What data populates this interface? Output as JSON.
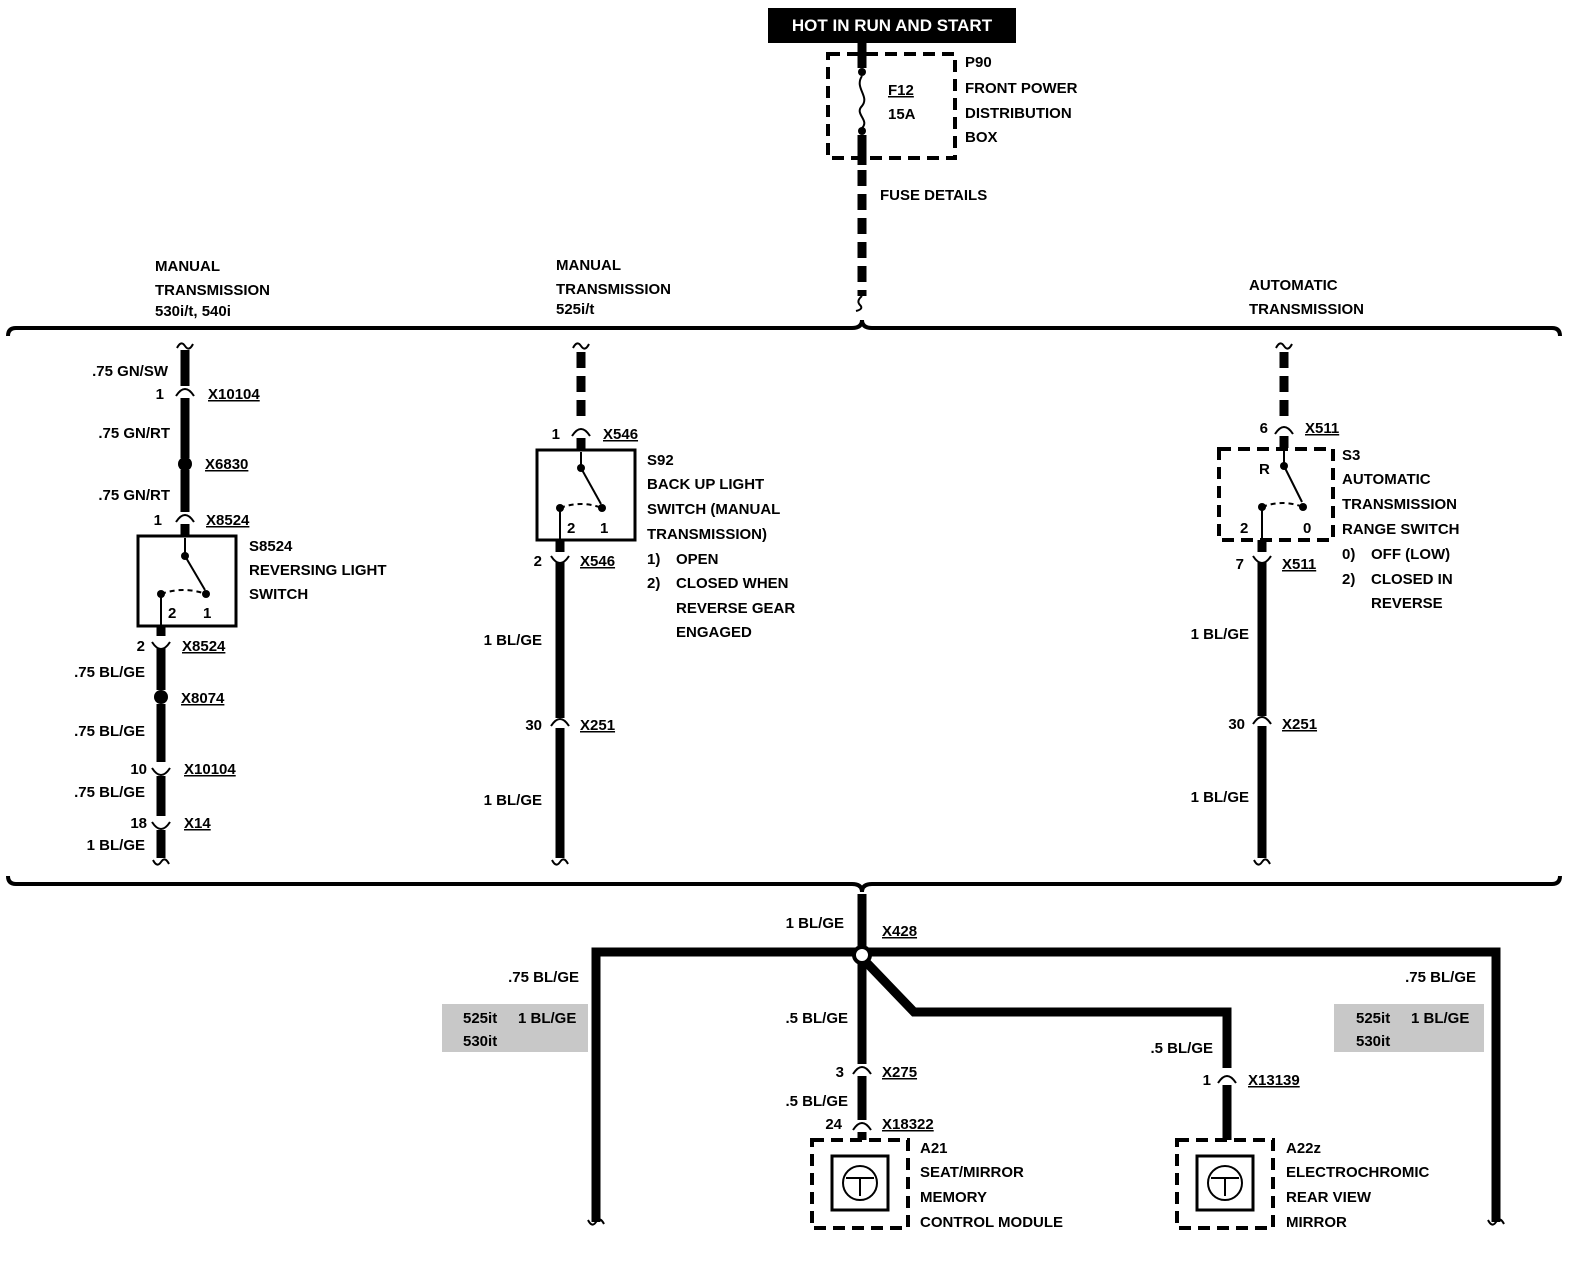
{
  "header": {
    "title": "HOT IN RUN AND START"
  },
  "fuse": {
    "box_id": "P90",
    "box_name": [
      "FRONT POWER",
      "DISTRIBUTION",
      "BOX"
    ],
    "fuse_id": "F12",
    "rating": "15A",
    "details": "FUSE DETAILS"
  },
  "sections": {
    "left": [
      "MANUAL",
      "TRANSMISSION",
      "530i/t, 540i"
    ],
    "middle": [
      "MANUAL",
      "TRANSMISSION",
      "525i/t"
    ],
    "right": [
      "AUTOMATIC",
      "TRANSMISSION"
    ]
  },
  "left_circuit": {
    "w1": ".75 GN/SW",
    "c1_pin": "1",
    "c1": "X10104",
    "w2": ".75 GN/RT",
    "splice1": "X6830",
    "w3": ".75 GN/RT",
    "c2_pin": "1",
    "c2": "X8524",
    "switch_id": "S8524",
    "switch_name": [
      "REVERSING LIGHT",
      "SWITCH"
    ],
    "sw_pin_a": "2",
    "sw_pin_b": "1",
    "c3_pin": "2",
    "c3": "X8524",
    "w4": ".75 BL/GE",
    "splice2": "X8074",
    "w5": ".75 BL/GE",
    "c4_pin": "10",
    "c4": "X10104",
    "w6": ".75 BL/GE",
    "c5_pin": "18",
    "c5": "X14",
    "w7": "1 BL/GE"
  },
  "middle_circuit": {
    "c1_pin": "1",
    "c1": "X546",
    "switch_id": "S92",
    "switch_name": [
      "BACK UP LIGHT",
      "SWITCH (MANUAL",
      "TRANSMISSION)"
    ],
    "states": [
      {
        "n": "1)",
        "t": [
          "OPEN"
        ]
      },
      {
        "n": "2)",
        "t": [
          "CLOSED WHEN",
          "REVERSE GEAR",
          "ENGAGED"
        ]
      }
    ],
    "sw_pin_a": "2",
    "sw_pin_b": "1",
    "c2_pin": "2",
    "c2": "X546",
    "w1": "1 BL/GE",
    "c3_pin": "30",
    "c3": "X251",
    "w2": "1 BL/GE"
  },
  "right_circuit": {
    "c1_pin": "6",
    "c1": "X511",
    "switch_id": "S3",
    "switch_name": [
      "AUTOMATIC",
      "TRANSMISSION",
      "RANGE SWITCH"
    ],
    "states": [
      {
        "n": "0)",
        "t": [
          "OFF (LOW)"
        ]
      },
      {
        "n": "2)",
        "t": [
          "CLOSED IN",
          "REVERSE"
        ]
      }
    ],
    "sw_r": "R",
    "sw_pin_a": "2",
    "sw_pin_b": "0",
    "c2_pin": "7",
    "c2": "X511",
    "w1": "1 BL/GE",
    "c3_pin": "30",
    "c3": "X251",
    "w2": "1 BL/GE"
  },
  "bottom": {
    "w_in": "1 BL/GE",
    "splice": "X428",
    "w_left": ".75 BL/GE",
    "w_right": ".75 BL/GE",
    "note_left": {
      "models": [
        "525it",
        "530it"
      ],
      "wire": "1 BL/GE"
    },
    "note_right": {
      "models": [
        "525it",
        "530it"
      ],
      "wire": "1 BL/GE"
    },
    "a21": {
      "w1": ".5 BL/GE",
      "c1_pin": "3",
      "c1": "X275",
      "w2": ".5 BL/GE",
      "c2_pin": "24",
      "c2": "X18322",
      "id": "A21",
      "name": [
        "SEAT/MIRROR",
        "MEMORY",
        "CONTROL MODULE"
      ]
    },
    "a22": {
      "w1": ".5 BL/GE",
      "c1_pin": "1",
      "c1": "X13139",
      "id": "A22z",
      "name": [
        "ELECTROCHROMIC",
        "REAR VIEW",
        "MIRROR"
      ]
    }
  }
}
